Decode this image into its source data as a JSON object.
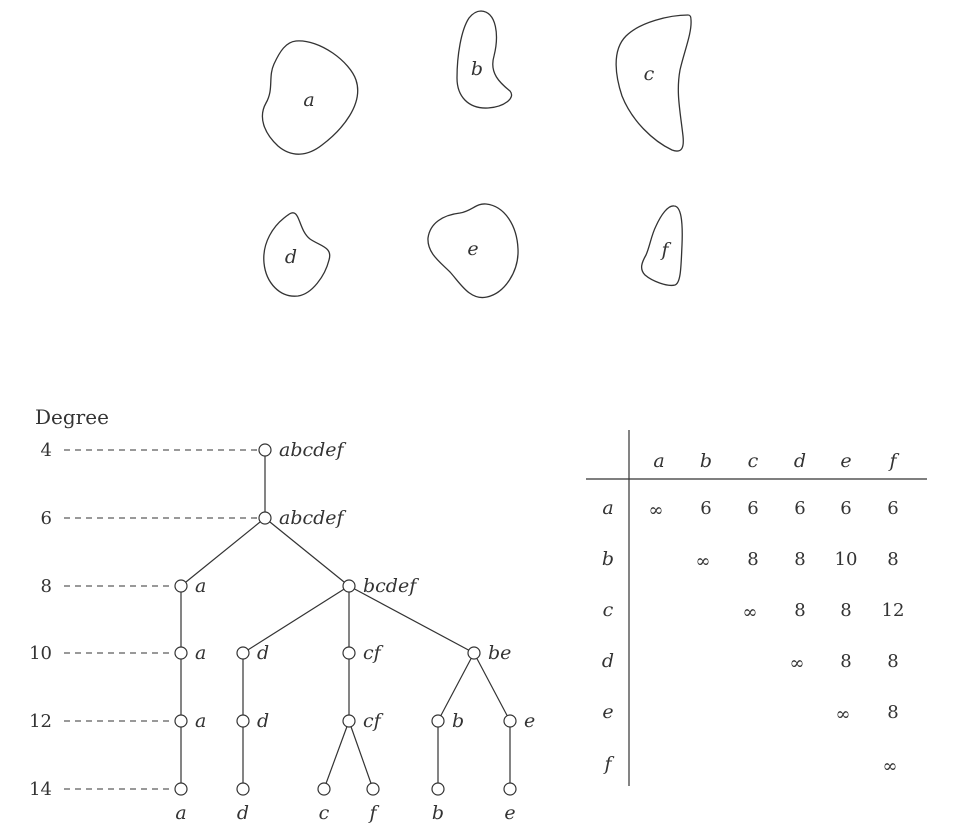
{
  "regions": [
    {
      "id": "a",
      "label": "a"
    },
    {
      "id": "b",
      "label": "b"
    },
    {
      "id": "c",
      "label": "c"
    },
    {
      "id": "d",
      "label": "d"
    },
    {
      "id": "e",
      "label": "e"
    },
    {
      "id": "f",
      "label": "f"
    }
  ],
  "tree": {
    "axis_title": "Degree",
    "degrees": [
      "4",
      "6",
      "8",
      "10",
      "12",
      "14"
    ],
    "nodes": [
      {
        "id": "n4",
        "label": "abcdef"
      },
      {
        "id": "n6",
        "label": "abcdef"
      },
      {
        "id": "n8a",
        "label": "a"
      },
      {
        "id": "n8b",
        "label": "bcdef"
      },
      {
        "id": "n10a",
        "label": "a"
      },
      {
        "id": "n10d",
        "label": "d"
      },
      {
        "id": "n10cf",
        "label": "cf"
      },
      {
        "id": "n10be",
        "label": "be"
      },
      {
        "id": "n12a",
        "label": "a"
      },
      {
        "id": "n12d",
        "label": "d"
      },
      {
        "id": "n12cf",
        "label": "cf"
      },
      {
        "id": "n12b",
        "label": "b"
      },
      {
        "id": "n12e",
        "label": "e"
      },
      {
        "id": "n14a",
        "label": "a"
      },
      {
        "id": "n14d",
        "label": "d"
      },
      {
        "id": "n14c",
        "label": "c"
      },
      {
        "id": "n14f",
        "label": "f"
      },
      {
        "id": "n14b",
        "label": "b"
      },
      {
        "id": "n14e",
        "label": "e"
      }
    ],
    "edges": [
      [
        "n4",
        "n6"
      ],
      [
        "n6",
        "n8a"
      ],
      [
        "n6",
        "n8b"
      ],
      [
        "n8a",
        "n10a"
      ],
      [
        "n8b",
        "n10d"
      ],
      [
        "n8b",
        "n10cf"
      ],
      [
        "n8b",
        "n10be"
      ],
      [
        "n10a",
        "n12a"
      ],
      [
        "n10d",
        "n12d"
      ],
      [
        "n10cf",
        "n12cf"
      ],
      [
        "n10be",
        "n12b"
      ],
      [
        "n10be",
        "n12e"
      ],
      [
        "n12a",
        "n14a"
      ],
      [
        "n12d",
        "n14d"
      ],
      [
        "n12cf",
        "n14c"
      ],
      [
        "n12cf",
        "n14f"
      ],
      [
        "n12b",
        "n14b"
      ],
      [
        "n12e",
        "n14e"
      ]
    ]
  },
  "table": {
    "columns": [
      "a",
      "b",
      "c",
      "d",
      "e",
      "f"
    ],
    "rows": [
      {
        "label": "a",
        "cells": [
          "∞",
          "6",
          "6",
          "6",
          "6",
          "6"
        ]
      },
      {
        "label": "b",
        "cells": [
          "",
          "∞",
          "8",
          "8",
          "10",
          "8"
        ]
      },
      {
        "label": "c",
        "cells": [
          "",
          "",
          "∞",
          "8",
          "8",
          "12"
        ]
      },
      {
        "label": "d",
        "cells": [
          "",
          "",
          "",
          "∞",
          "8",
          "8"
        ]
      },
      {
        "label": "e",
        "cells": [
          "",
          "",
          "",
          "",
          "∞",
          "8"
        ]
      },
      {
        "label": "f",
        "cells": [
          "",
          "",
          "",
          "",
          "",
          "∞"
        ]
      }
    ]
  }
}
